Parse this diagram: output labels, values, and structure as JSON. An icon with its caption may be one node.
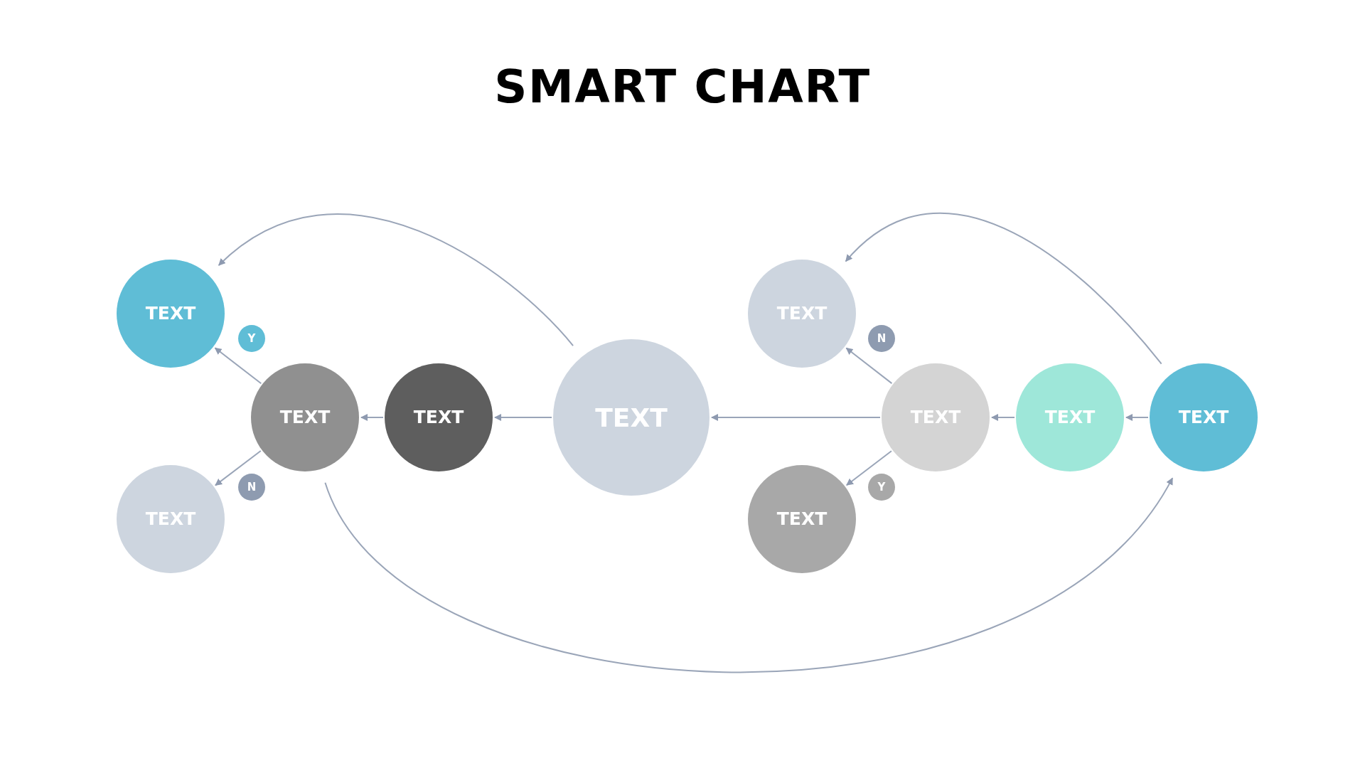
{
  "diagram": {
    "title": "SMART CHART",
    "nodes": [
      {
        "text": [
          "TEXT"
        ]
      },
      {
        "text": [
          "TEXT"
        ]
      },
      {
        "text": [
          "TEXT"
        ]
      },
      {
        "text": [
          "TEXT"
        ]
      },
      {
        "text": [
          "TEXT"
        ]
      },
      {
        "text": [
          "TEXT"
        ]
      },
      {
        "text": [
          "TEXT"
        ]
      },
      {
        "text": [
          "TEXT"
        ]
      },
      {
        "text": [
          "TEXT"
        ]
      },
      {
        "text": [
          "TEXT"
        ]
      }
    ],
    "edges": [
      {
        "from": 4,
        "to": 3,
        "arrow": "to"
      },
      {
        "from": 3,
        "to": 2,
        "arrow": "to"
      },
      {
        "from": 2,
        "to": 0,
        "arrow": "to",
        "label": "Y"
      },
      {
        "from": 2,
        "to": 1,
        "arrow": "to",
        "label": "N"
      },
      {
        "from": 4,
        "to": 0,
        "arrow": "to"
      },
      {
        "from": 9,
        "to": 8,
        "arrow": "to"
      },
      {
        "from": 8,
        "to": 7,
        "arrow": "to"
      },
      {
        "from": 7,
        "to": 4,
        "arrow": "to"
      },
      {
        "from": 7,
        "to": 5,
        "arrow": "to",
        "label": "N"
      },
      {
        "from": 7,
        "to": 6,
        "arrow": "to",
        "label": "Y"
      },
      {
        "from": 9,
        "to": 5,
        "arrow": "to"
      },
      {
        "from": 2,
        "to": 9,
        "arrow": "to"
      }
    ]
  }
}
